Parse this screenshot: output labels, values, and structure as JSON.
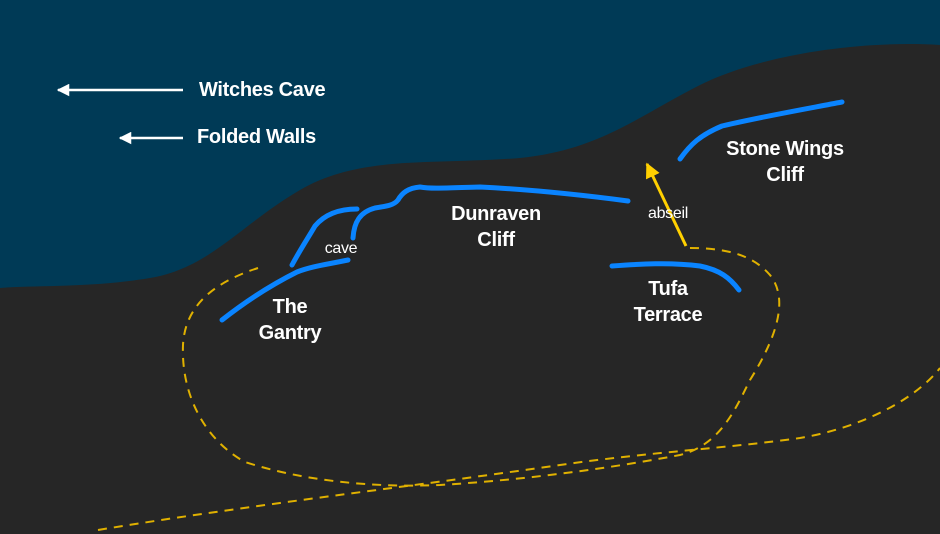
{
  "colors": {
    "sea": "#003A56",
    "land": "#262626",
    "cliff": "#0A84FF",
    "path": "#E0B100",
    "arrow_abseil": "#FFD000",
    "arrow_offmap": "#FFFFFF",
    "text": "#FFFFFF"
  },
  "offmap": {
    "witches_cave": "Witches Cave",
    "folded_walls": "Folded Walls"
  },
  "crags": {
    "the_gantry": [
      "The",
      "Gantry"
    ],
    "dunraven_cliff": [
      "Dunraven",
      "Cliff"
    ],
    "stone_wings_cliff": [
      "Stone Wings",
      "Cliff"
    ],
    "tufa_terrace": [
      "Tufa",
      "Terrace"
    ]
  },
  "features": {
    "cave": "cave",
    "abseil": "abseil"
  }
}
